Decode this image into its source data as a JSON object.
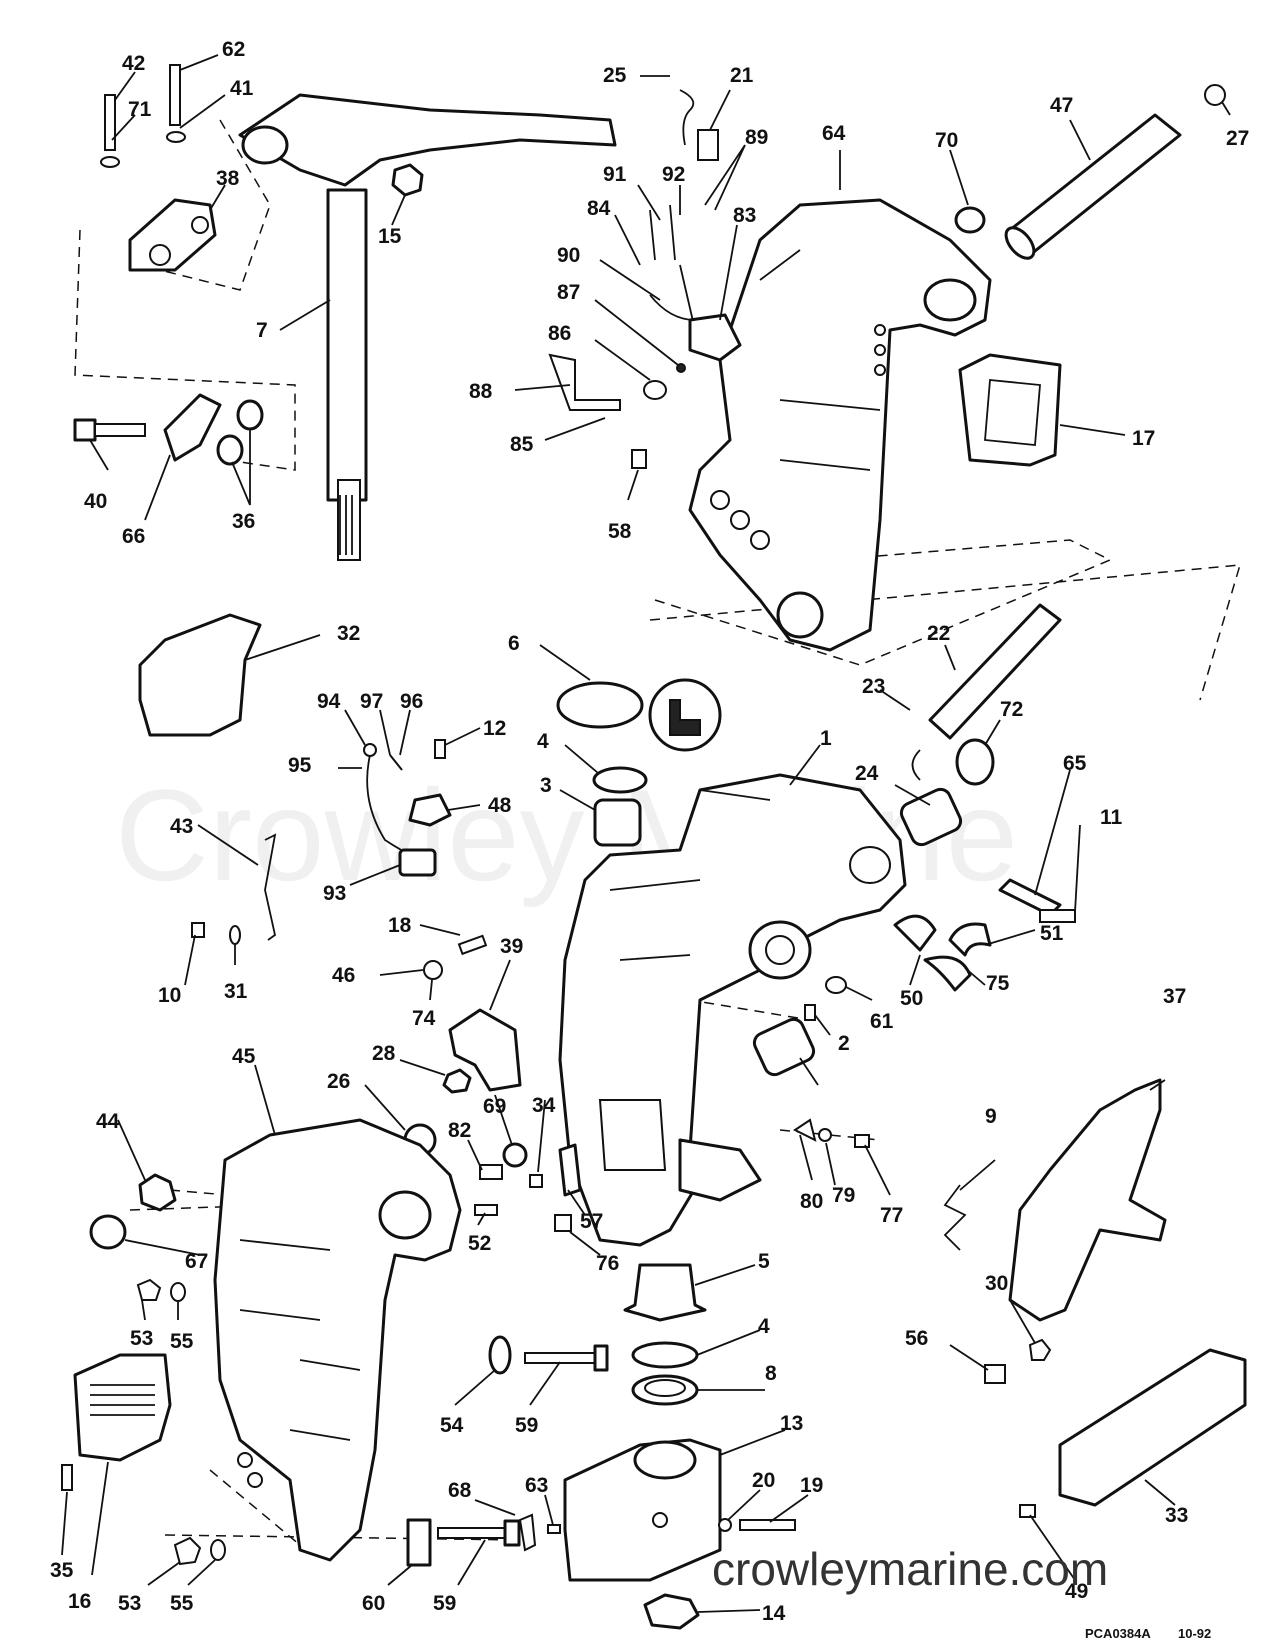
{
  "watermark": "Crowley Marine",
  "site": "crowleymarine.com",
  "drawing_code": "PCA0384A",
  "drawing_date": "10-92",
  "labels": [
    "42",
    "62",
    "71",
    "41",
    "38",
    "15",
    "7",
    "40",
    "66",
    "36",
    "25",
    "21",
    "89",
    "91",
    "92",
    "84",
    "83",
    "90",
    "87",
    "86",
    "88",
    "85",
    "58",
    "64",
    "70",
    "47",
    "27",
    "17",
    "32",
    "6",
    "22",
    "23",
    "72",
    "94",
    "97",
    "96",
    "95",
    "12",
    "48",
    "4",
    "3",
    "1",
    "24",
    "65",
    "11",
    "43",
    "93",
    "18",
    "10",
    "31",
    "46",
    "74",
    "39",
    "51",
    "50",
    "75",
    "61",
    "2",
    "28",
    "26",
    "69",
    "34",
    "82",
    "45",
    "44",
    "67",
    "52",
    "57",
    "76",
    "80",
    "79",
    "77",
    "9",
    "37",
    "5",
    "30",
    "56",
    "53",
    "55",
    "54",
    "59",
    "8",
    "13",
    "16",
    "35",
    "68",
    "63",
    "20",
    "19",
    "60",
    "33",
    "49",
    "14"
  ]
}
